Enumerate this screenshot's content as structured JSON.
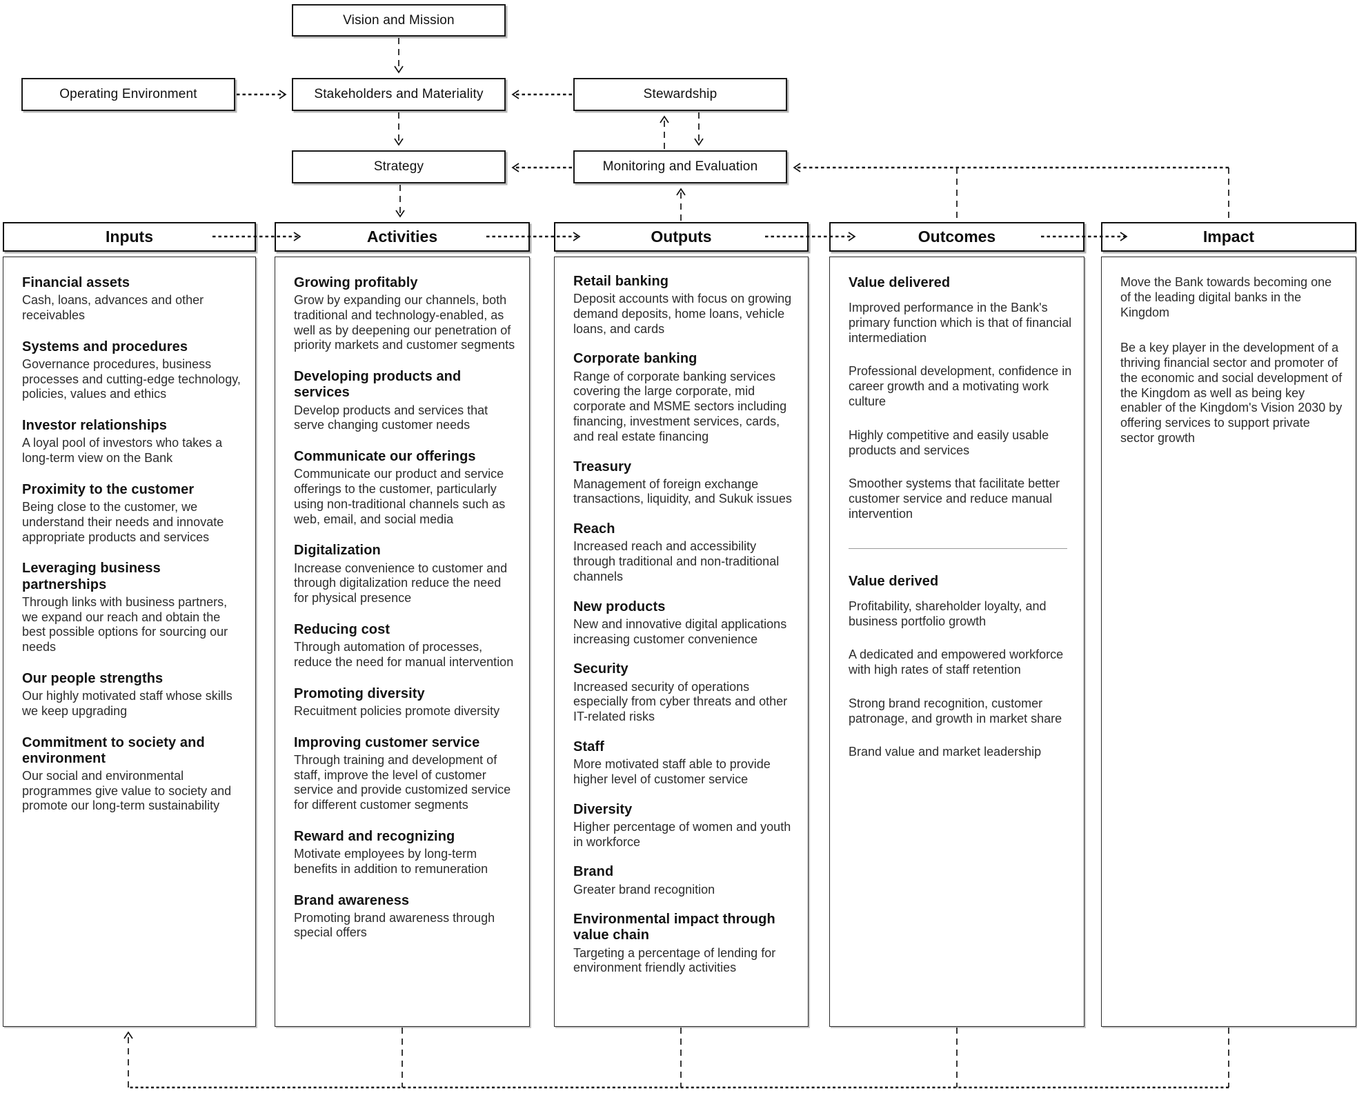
{
  "top_flow": {
    "vision": "Vision and Mission",
    "operating_environment": "Operating Environment",
    "stakeholders": "Stakeholders and Materiality",
    "stewardship": "Stewardship",
    "strategy": "Strategy",
    "monitoring": "Monitoring and Evaluation"
  },
  "columns": [
    {
      "title": "Inputs",
      "items": [
        {
          "heading": "Financial assets",
          "body": "Cash, loans, advances and other receivables"
        },
        {
          "heading": "Systems and procedures",
          "body": "Governance procedures, business processes and cutting-edge technology, policies, values and ethics"
        },
        {
          "heading": "Investor relationships",
          "body": "A loyal pool of investors who takes a long-term view on the Bank"
        },
        {
          "heading": "Proximity to the customer",
          "body": "Being close to the customer, we understand their needs and innovate appropriate products and services"
        },
        {
          "heading": "Leveraging business partnerships",
          "body": "Through links with business partners, we expand our reach and obtain the best possible options for sourcing  our needs"
        },
        {
          "heading": "Our people strengths",
          "body": "Our highly motivated staff whose skills we keep upgrading"
        },
        {
          "heading": "Commitment to society and environment",
          "body": "Our social and environmental programmes give value to society and promote our long-term sustainability"
        }
      ]
    },
    {
      "title": "Activities",
      "items": [
        {
          "heading": "Growing profitably",
          "body": "Grow by expanding our channels, both traditional and technology-enabled, as well as by deepening our penetration of priority markets and customer segments"
        },
        {
          "heading": "Developing products and services",
          "body": "Develop products and services that serve changing customer needs"
        },
        {
          "heading": "Communicate our offerings",
          "body": "Communicate our product and service offerings to the customer, particularly using non-traditional channels such as web, email, and social media"
        },
        {
          "heading": "Digitalization",
          "body": "Increase convenience to customer and through digitalization reduce the need for physical presence"
        },
        {
          "heading": "Reducing cost",
          "body": "Through automation of processes, reduce the need for manual intervention"
        },
        {
          "heading": "Promoting diversity",
          "body": "Recuitment policies promote diversity"
        },
        {
          "heading": "Improving customer service",
          "body": "Through training and development of staff, improve the level of customer service and provide customized service for different customer segments"
        },
        {
          "heading": "Reward and recognizing",
          "body": "Motivate employees by  long-term benefits in addition to remuneration"
        },
        {
          "heading": "Brand awareness",
          "body": "Promoting brand awareness through special offers"
        }
      ]
    },
    {
      "title": "Outputs",
      "items": [
        {
          "heading": "Retail banking",
          "body": "Deposit accounts with  focus on growing demand deposits, home loans, vehicle loans, and cards"
        },
        {
          "heading": "Corporate banking",
          "body": "Range of corporate banking services covering the large corporate, mid corporate and MSME sectors including financing, investment services, cards, and real estate financing"
        },
        {
          "heading": "Treasury",
          "body": "Management of foreign exchange transactions, liquidity, and Sukuk issues"
        },
        {
          "heading": "Reach",
          "body": "Increased reach and accessibility through traditional and non-traditional channels"
        },
        {
          "heading": "New products",
          "body": "New and innovative digital applications increasing customer convenience"
        },
        {
          "heading": "Security",
          "body": "Increased security of operations especially from cyber threats and other IT-related risks"
        },
        {
          "heading": "Staff",
          "body": "More motivated staff able to provide higher level of customer service"
        },
        {
          "heading": "Diversity",
          "body": "Higher percentage of women and youth in workforce"
        },
        {
          "heading": "Brand",
          "body": "Greater brand recognition"
        },
        {
          "heading": "Environmental impact through value chain",
          "body": "Targeting a percentage of lending for environment friendly activities"
        }
      ]
    },
    {
      "title": "Outcomes",
      "sections": [
        {
          "heading": "Value delivered",
          "paragraphs": [
            "Improved performance in the Bank's primary function which is that of financial intermediation",
            "Professional  development, confidence in career growth  and a motivating work culture",
            "Highly competitive and  easily usable products and services",
            "Smoother systems that facilitate better customer service and reduce manual intervention"
          ]
        },
        {
          "heading": "Value derived",
          "paragraphs": [
            "Profitability, shareholder loyalty, and business portfolio growth",
            "A dedicated and empowered workforce with high rates of staff retention",
            "Strong brand recognition, customer patronage,  and growth in market share",
            "Brand value and market leadership"
          ]
        }
      ]
    },
    {
      "title": "Impact",
      "paragraphs": [
        "Move the Bank towards becoming one of the leading digital banks in the Kingdom",
        "Be a key player in the development of a thriving financial sector and promoter of the economic and social development of the Kingdom as well as being key enabler of the Kingdom's Vision 2030 by offering services to support private sector growth"
      ]
    }
  ]
}
